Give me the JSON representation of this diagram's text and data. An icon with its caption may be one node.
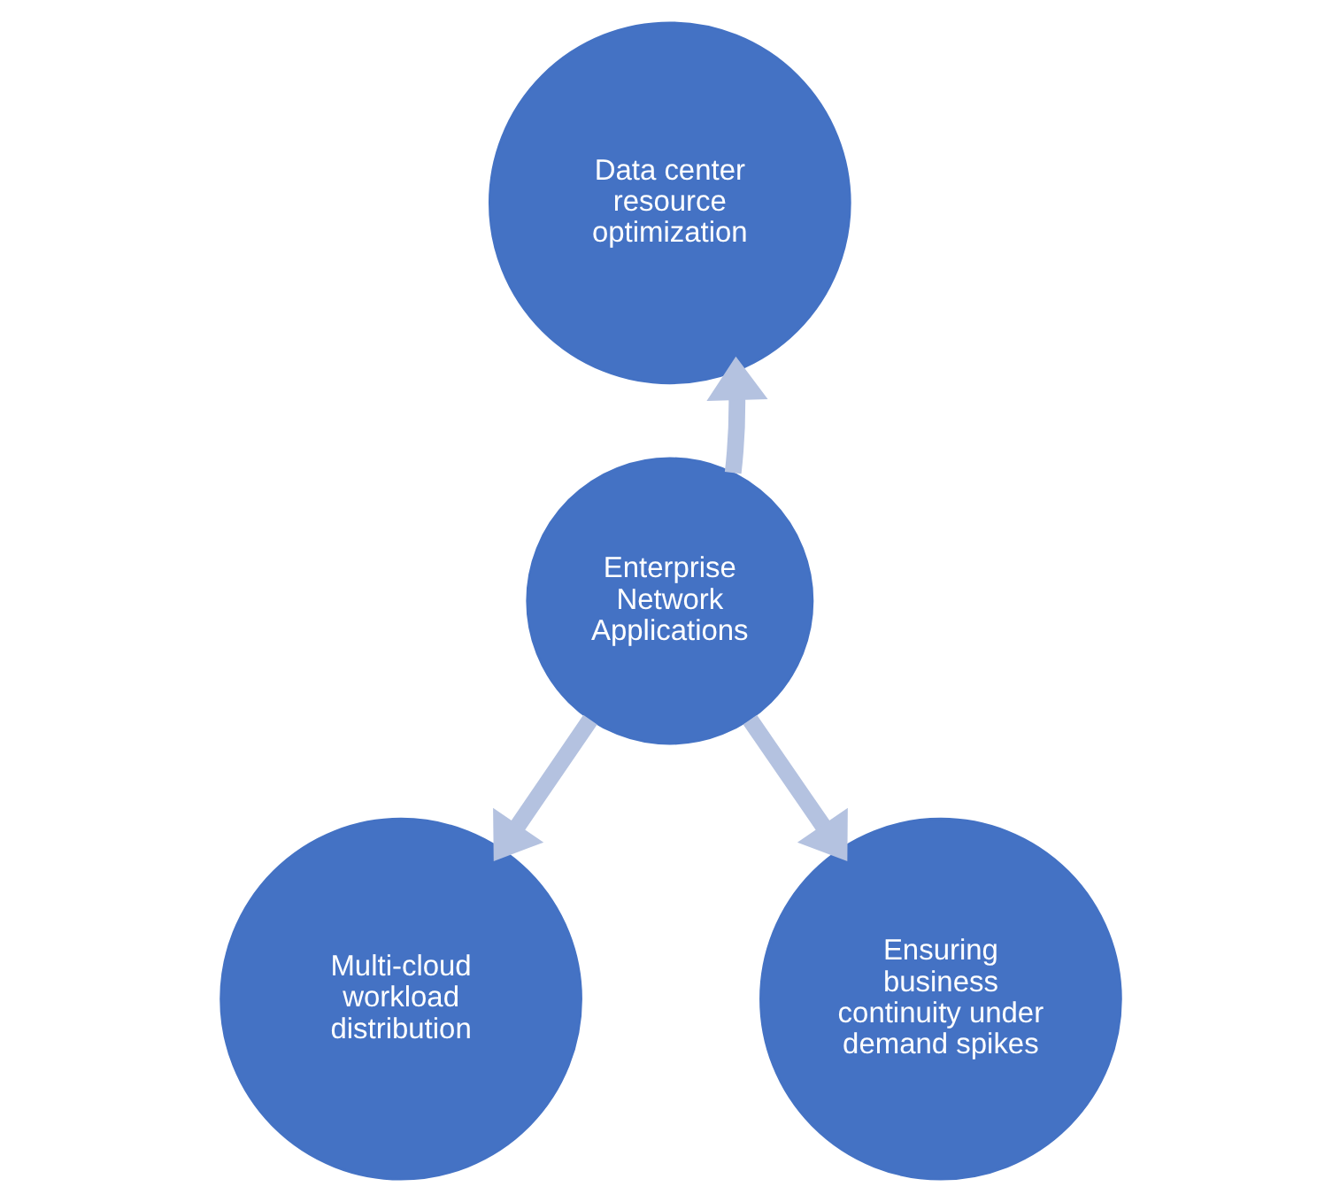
{
  "diagram": {
    "nodes": [
      {
        "text": [
          "Data center resource optimization"
        ]
      },
      {
        "text": [
          "Enterprise Network Applications"
        ]
      },
      {
        "text": [
          "Multi-cloud workload distribution"
        ]
      },
      {
        "text": [
          "Ensuring business continuity under demand spikes"
        ]
      }
    ],
    "edges": [
      {
        "from": 1,
        "to": 0,
        "arrow": "to"
      },
      {
        "from": 1,
        "to": 2,
        "arrow": "to"
      },
      {
        "from": 1,
        "to": 3,
        "arrow": "to"
      }
    ]
  }
}
